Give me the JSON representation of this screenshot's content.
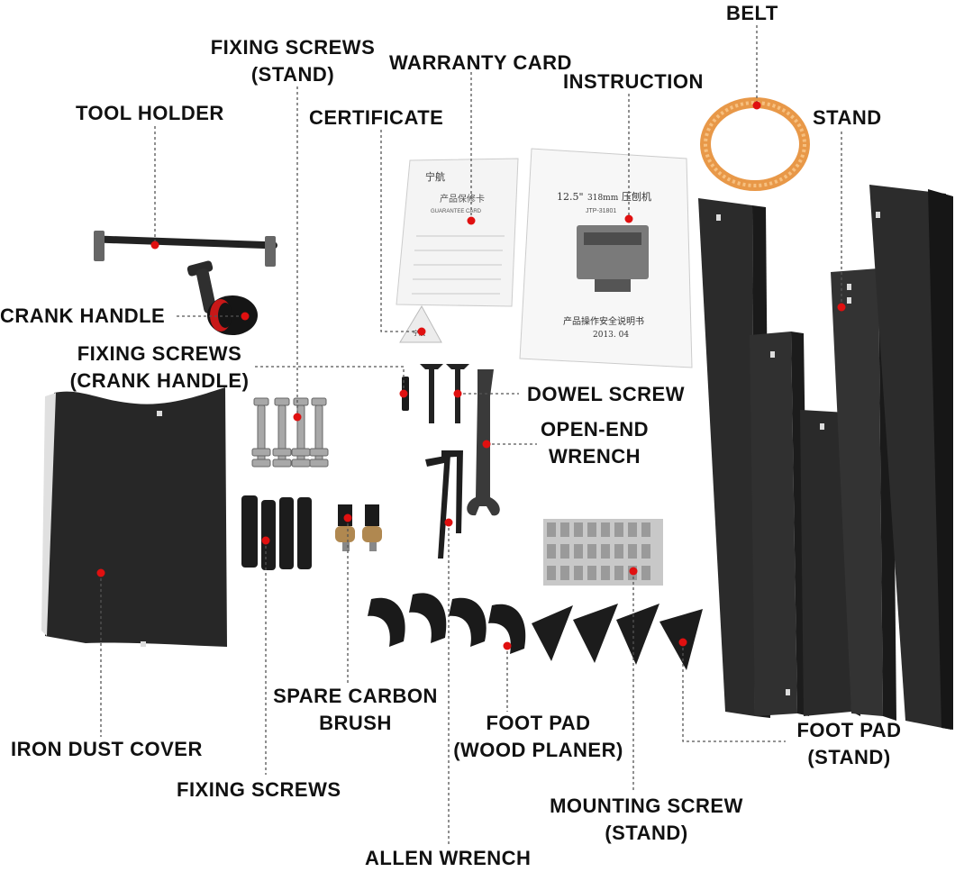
{
  "labels": {
    "belt": "BELT",
    "fixing_screws_stand": [
      "FIXING SCREWS",
      "(STAND)"
    ],
    "warranty_card": "WARRANTY CARD",
    "instruction": "INSTRUCTION",
    "tool_holder": "TOOL HOLDER",
    "certificate": "CERTIFICATE",
    "stand": "STAND",
    "crank_handle": "CRANK HANDLE",
    "fixing_screws_crank": [
      "FIXING SCREWS",
      "(CRANK HANDLE)"
    ],
    "dowel_screw": "DOWEL SCREW",
    "open_end_wrench": [
      "OPEN-END",
      "WRENCH"
    ],
    "spare_carbon_brush": [
      "SPARE CARBON",
      "BRUSH"
    ],
    "foot_pad_wood_planer": [
      "FOOT PAD",
      "(WOOD PLANER)"
    ],
    "foot_pad_stand": [
      "FOOT PAD",
      "(STAND)"
    ],
    "iron_dust_cover": "IRON DUST COVER",
    "fixing_screws": "FIXING SCREWS",
    "mounting_screw_stand": [
      "MOUNTING SCREW",
      "(STAND)"
    ],
    "allen_wrench": "ALLEN WRENCH"
  },
  "documents": {
    "warranty": {
      "title": "产品保修卡",
      "subtitle": "GUARANTEE CARD",
      "brand": "宁航"
    },
    "manual": {
      "size": "12.5\"",
      "size_mm": "318mm",
      "name": "压刨机",
      "model": "JTP-31801",
      "subtitle": "产品操作安全说明书",
      "date": "2013. 04"
    },
    "certificate_brand": "宁航"
  },
  "colors": {
    "marker": "#e01010",
    "leader_line": "#555555",
    "label_text": "#111111",
    "stand_metal": "#2a2a2a",
    "belt": "#f0a050",
    "crank_accent": "#d01818"
  }
}
